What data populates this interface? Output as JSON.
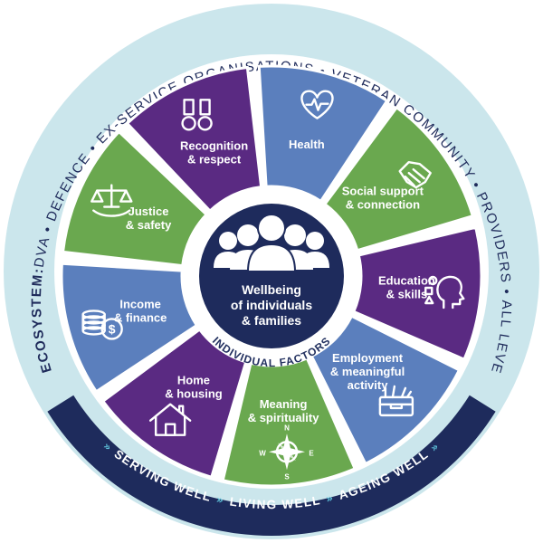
{
  "colors": {
    "outer_ring": "#cbe6ec",
    "border": "#ffffff",
    "navy": "#1e2b5c",
    "blue": "#5b7fbd",
    "green": "#6aa84f",
    "purple": "#5a2a82",
    "arrow_cyan": "#5fc4dc"
  },
  "ecosystem": {
    "prefix": "ECOSYSTEM:",
    "members": "DVA  •  DEFENCE  •  EX-SERVICE ORGANISATIONS  •  VETERAN COMMUNITY  •  PROVIDERS  •  ALL LEVELS OF GOVERNMENT"
  },
  "band": {
    "phrase_1": "SERVING WELL",
    "phrase_2": "LIVING WELL",
    "phrase_3": "AGEING WELL",
    "arrows": "»"
  },
  "center": {
    "title_line_1": "Wellbeing",
    "title_line_2": "of individuals",
    "title_line_3": "& families",
    "caption": "INDIVIDUAL FACTORS"
  },
  "segments": [
    {
      "label_lines": [
        "Health"
      ],
      "color": "blue",
      "icon": "heart-pulse-icon"
    },
    {
      "label_lines": [
        "Social support",
        "& connection"
      ],
      "color": "green",
      "icon": "handshake-icon"
    },
    {
      "label_lines": [
        "Education",
        "& skills"
      ],
      "color": "purple",
      "icon": "head-shapes-icon"
    },
    {
      "label_lines": [
        "Employment",
        "& meaningful",
        "activity"
      ],
      "color": "blue",
      "icon": "toolbox-icon"
    },
    {
      "label_lines": [
        "Meaning",
        "& spirituality"
      ],
      "color": "green",
      "icon": "compass-icon"
    },
    {
      "label_lines": [
        "Home",
        "& housing"
      ],
      "color": "purple",
      "icon": "house-icon"
    },
    {
      "label_lines": [
        "Income",
        "& finance"
      ],
      "color": "blue",
      "icon": "coins-icon"
    },
    {
      "label_lines": [
        "Justice",
        "& safety"
      ],
      "color": "green",
      "icon": "scales-icon"
    },
    {
      "label_lines": [
        "Recognition",
        "& respect"
      ],
      "color": "purple",
      "icon": "medals-icon"
    }
  ],
  "compass_letters": {
    "n": "N",
    "e": "E",
    "s": "S",
    "w": "W"
  }
}
